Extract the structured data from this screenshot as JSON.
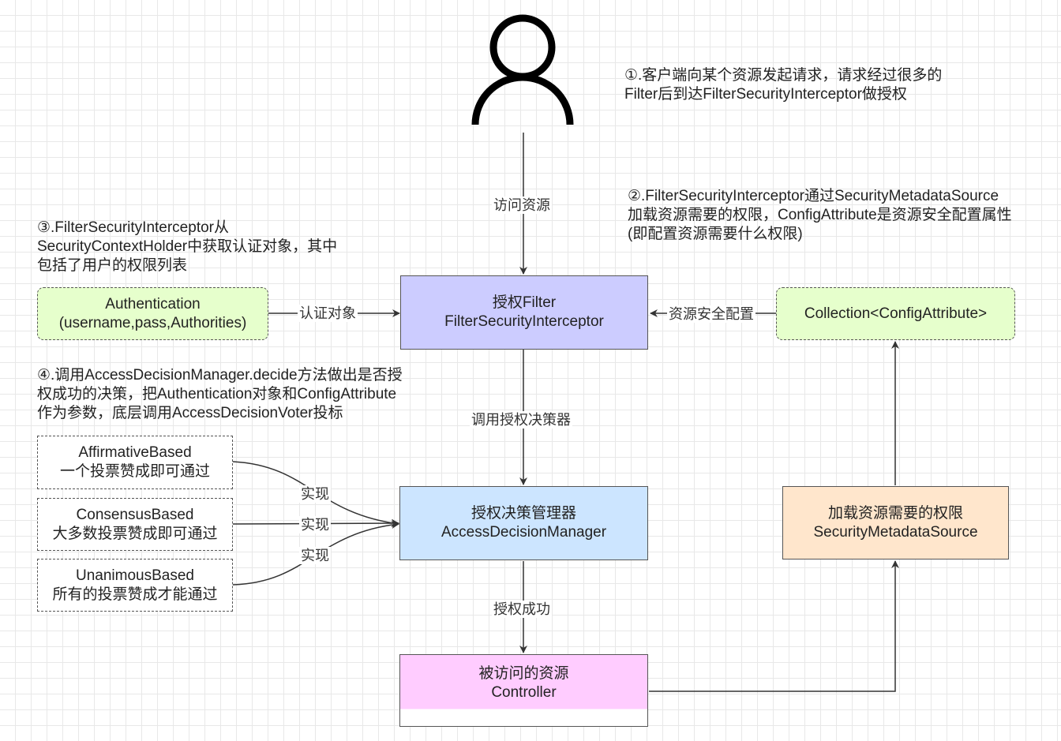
{
  "notes": {
    "n1": [
      "①.客户端向某个资源发起请求，请求经过很多的",
      "Filter后到达FilterSecurityInterceptor做授权"
    ],
    "n2": [
      "②.FilterSecurityInterceptor通过SecurityMetadataSource",
      "加载资源需要的权限，ConfigAttribute是资源安全配置属性",
      "(即配置资源需要什么权限)"
    ],
    "n3": [
      "③.FilterSecurityInterceptor从",
      "SecurityContextHolder中获取认证对象，其中",
      "包括了用户的权限列表"
    ],
    "n4": [
      "④.调用AccessDecisionManager.decide方法做出是否授",
      "权成功的决策，把Authentication对象和ConfigAttribute",
      "作为参数，底层调用AccessDecisionVoter投标"
    ]
  },
  "boxes": {
    "filter": [
      "授权Filter",
      "FilterSecurityInterceptor"
    ],
    "authentication": [
      "Authentication",
      "(username,pass,Authorities)"
    ],
    "collection": [
      "Collection<ConfigAttribute>"
    ],
    "manager": [
      "授权决策管理器",
      "AccessDecisionManager"
    ],
    "metadata": [
      "加载资源需要的权限",
      "SecurityMetadataSource"
    ],
    "controller": [
      "被访问的资源",
      "Controller"
    ],
    "affirmative": [
      "AffirmativeBased",
      "一个投票赞成即可通过"
    ],
    "consensus": [
      "ConsensusBased",
      "大多数投票赞成即可通过"
    ],
    "unanimous": [
      "UnanimousBased",
      "所有的投票赞成才能通过"
    ]
  },
  "edges": {
    "access": "访问资源",
    "auth_object": "认证对象",
    "security_config": "资源安全配置",
    "call_manager": "调用授权决策器",
    "impl1": "实现",
    "impl2": "实现",
    "impl3": "实现",
    "success": "授权成功"
  },
  "colors": {
    "filter": "#ccccff",
    "manager": "#cce5ff",
    "controller": "#ffccff",
    "metadata": "#ffe6cc",
    "green": "#e6ffcc",
    "line": "#333333"
  }
}
